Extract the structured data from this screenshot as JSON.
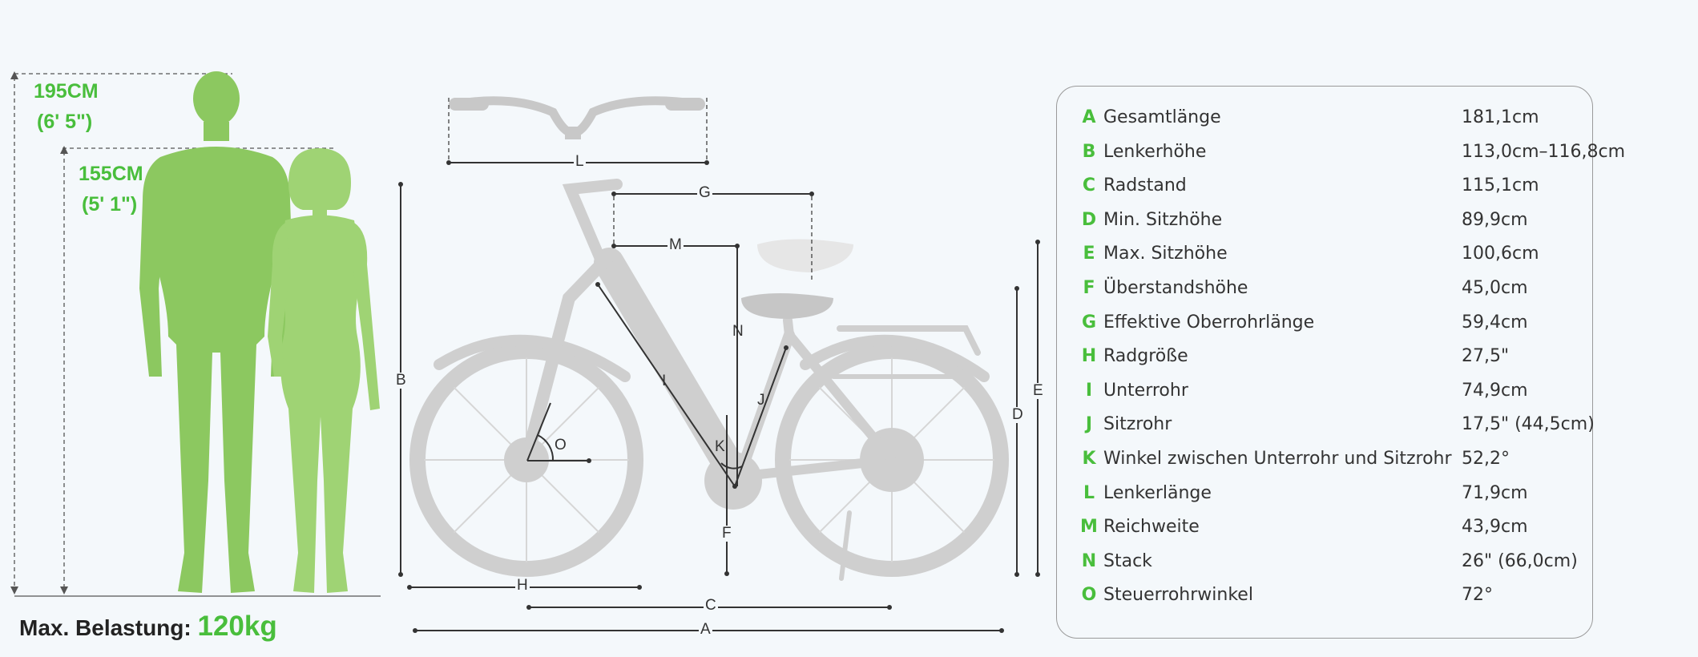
{
  "person_heights": {
    "tall": {
      "cm": "195CM",
      "ft": "(6' 5\")"
    },
    "short": {
      "cm": "155CM",
      "ft": "(5' 1\")"
    }
  },
  "max_load": {
    "label": "Max. Belastung:",
    "value": "120kg"
  },
  "diagram_labels": {
    "A": "A",
    "B": "B",
    "C": "C",
    "D": "D",
    "E": "E",
    "F": "F",
    "G": "G",
    "H": "H",
    "I": "I",
    "J": "J",
    "K": "K",
    "L": "L",
    "M": "M",
    "N": "N",
    "O": "O"
  },
  "specs": [
    {
      "letter": "A",
      "label": "Gesamtlänge",
      "value": "181,1cm"
    },
    {
      "letter": "B",
      "label": "Lenkerhöhe",
      "value": "113,0cm–116,8cm"
    },
    {
      "letter": "C",
      "label": "Radstand",
      "value": "115,1cm"
    },
    {
      "letter": "D",
      "label": "Min. Sitzhöhe",
      "value": "89,9cm"
    },
    {
      "letter": "E",
      "label": "Max. Sitzhöhe",
      "value": "100,6cm"
    },
    {
      "letter": "F",
      "label": "Überstandshöhe",
      "value": "45,0cm"
    },
    {
      "letter": "G",
      "label": "Effektive Oberrohrlänge",
      "value": "59,4cm"
    },
    {
      "letter": "H",
      "label": "Radgröße",
      "value": "27,5\""
    },
    {
      "letter": "I",
      "label": "Unterrohr",
      "value": "74,9cm"
    },
    {
      "letter": "J",
      "label": "Sitzrohr",
      "value": "17,5\" (44,5cm)"
    },
    {
      "letter": "K",
      "label": "Winkel zwischen Unterrohr und Sitzrohr",
      "value": "52,2°"
    },
    {
      "letter": "L",
      "label": "Lenkerlänge",
      "value": "71,9cm"
    },
    {
      "letter": "M",
      "label": "Reichweite",
      "value": "43,9cm"
    },
    {
      "letter": "N",
      "label": "Stack",
      "value": "26\" (66,0cm)"
    },
    {
      "letter": "O",
      "label": "Steuerrohrwinkel",
      "value": "72°"
    }
  ],
  "colors": {
    "accent_green": "#49be3c",
    "figure_green": "#8cc860",
    "bike_gray": "#cfcfcf",
    "line": "#333333",
    "background": "#f4f8fb"
  }
}
